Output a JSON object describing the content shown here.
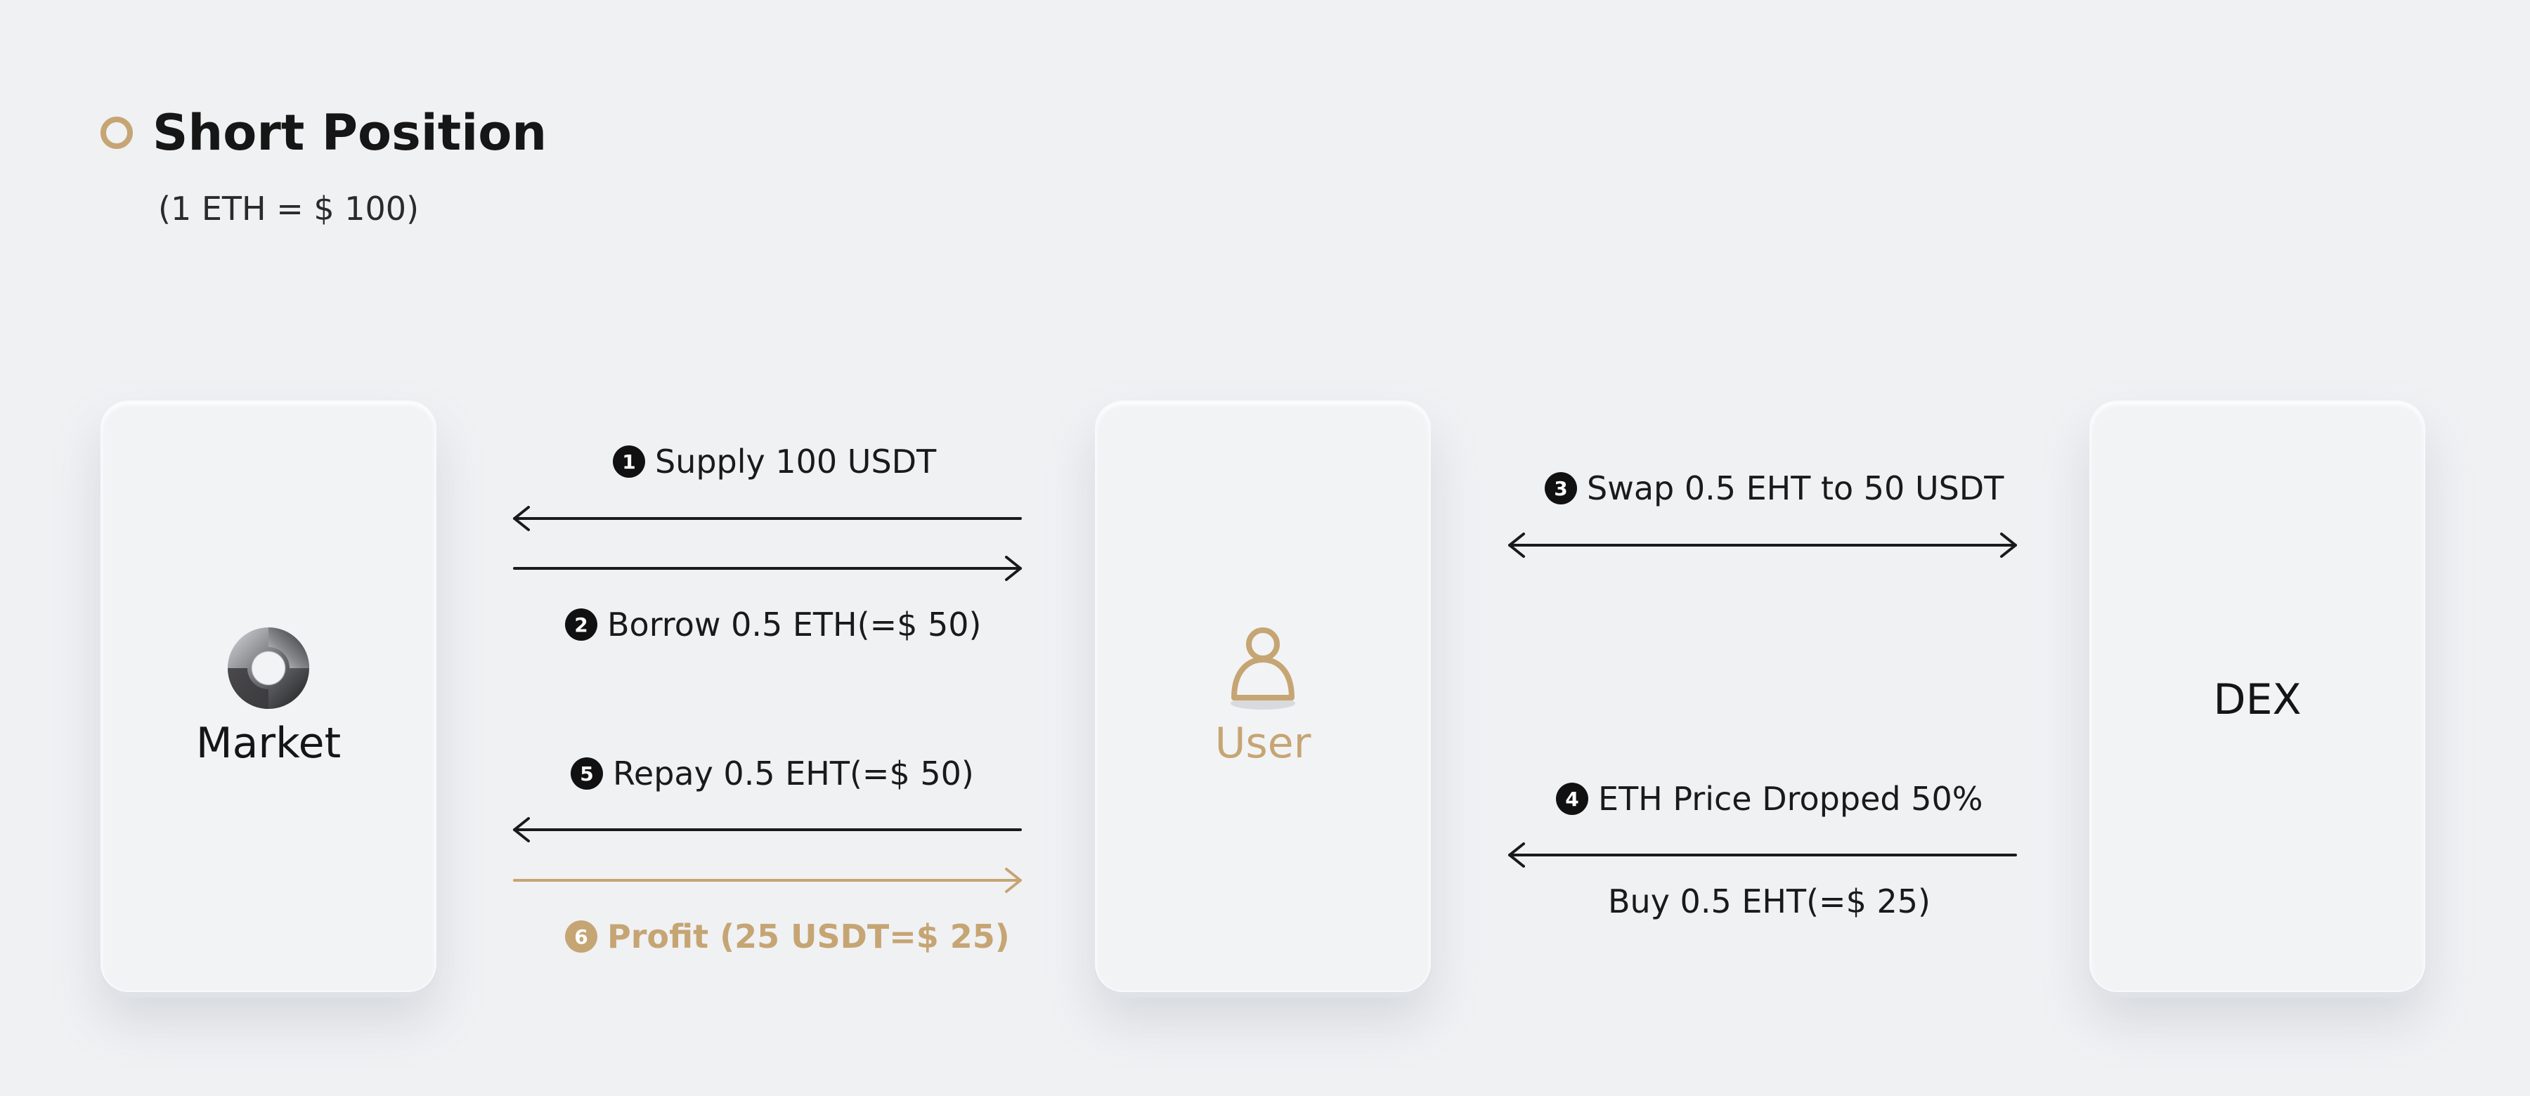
{
  "header": {
    "title": "Short Position",
    "subtitle": "(1 ETH = $ 100)"
  },
  "cards": {
    "market": {
      "label": "Market",
      "icon": "market-logo-icon"
    },
    "user": {
      "label": "User",
      "icon": "user-icon"
    },
    "dex": {
      "label": "DEX"
    }
  },
  "flows": {
    "step1": {
      "num": "1",
      "text": "Supply 100 USDT"
    },
    "step2": {
      "num": "2",
      "text": "Borrow 0.5 ETH(=$ 50)"
    },
    "step3": {
      "num": "3",
      "text": "Swap 0.5 EHT to 50 USDT"
    },
    "step4": {
      "num": "4",
      "text": "ETH Price Dropped 50%"
    },
    "step4_sub": {
      "text": "Buy 0.5 EHT(=$ 25)"
    },
    "step5": {
      "num": "5",
      "text": "Repay 0.5 EHT(=$ 50)"
    },
    "step6": {
      "num": "6",
      "text": "Profit (25 USDT=$ 25)"
    }
  },
  "colors": {
    "accent": "#c6a574",
    "background": "#f0f1f3",
    "text": "#1a1a1a"
  }
}
